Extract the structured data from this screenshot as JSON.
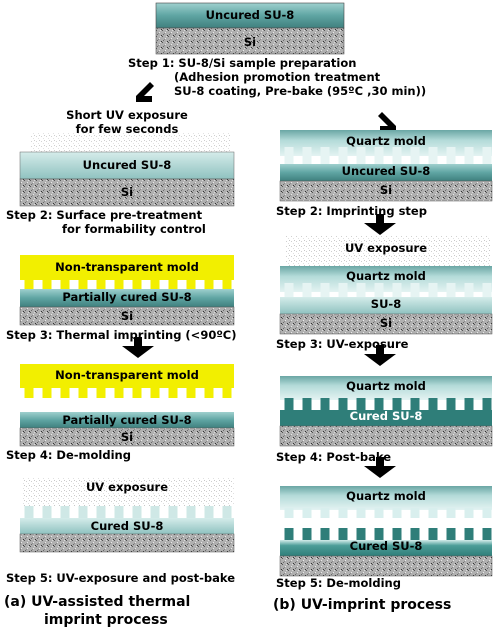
{
  "step1": {
    "top_layer": "Uncured SU-8",
    "substrate": "Si",
    "title": "Step 1:  SU-8/Si sample preparation",
    "line2": "(Adhesion promotion treatment",
    "line3": "SU-8 coating, Pre-bake (95ºC ,30 min))"
  },
  "left": {
    "short_uv_line1": "Short UV exposure",
    "short_uv_line2": "for few seconds",
    "s2_layer": "Uncured SU-8",
    "s2_sub": "Si",
    "s2_line1": "Step 2: Surface pre-treatment",
    "s2_line2": "for formability control",
    "s3_mold": "Non-transparent mold",
    "s3_layer": "Partially cured SU-8",
    "s3_sub": "Si",
    "s3_caption": "Step 3: Thermal imprinting (<90ºC)",
    "s4_mold": "Non-transparent mold",
    "s4_layer": "Partially cured SU-8",
    "s4_sub": "Si",
    "s4_caption": "Step 4: De-molding",
    "s5_uv": "UV exposure",
    "s5_layer": "Cured SU-8",
    "s5_caption": "Step 5: UV-exposure and post-bake",
    "title_line1": "(a) UV-assisted thermal",
    "title_line2": "imprint process"
  },
  "right": {
    "s2_mold": "Quartz mold",
    "s2_layer": "Uncured SU-8",
    "s2_sub": "Si",
    "s2_caption": "Step 2: Imprinting step",
    "s3_uv": "UV exposure",
    "s3_mold": "Quartz mold",
    "s3_layer": "SU-8",
    "s3_sub": "Si",
    "s3_caption": "Step 3: UV-exposure",
    "s4_mold": "Quartz mold",
    "s4_layer": "Cured SU-8",
    "s4_caption": "Step 4: Post-bake",
    "s5_mold": "Quartz mold",
    "s5_layer": "Cured SU-8",
    "s5_caption": "Step 5: De-molding",
    "title": "(b) UV-imprint process"
  },
  "colors": {
    "su8_uncured": "#5f9ea0",
    "su8_light": "#a9d3d2",
    "su8_cured": "#3e8f8a",
    "mold_yellow": "#f2ef00",
    "quartz": "#b6dcdb",
    "si": "#a3a3a3"
  }
}
